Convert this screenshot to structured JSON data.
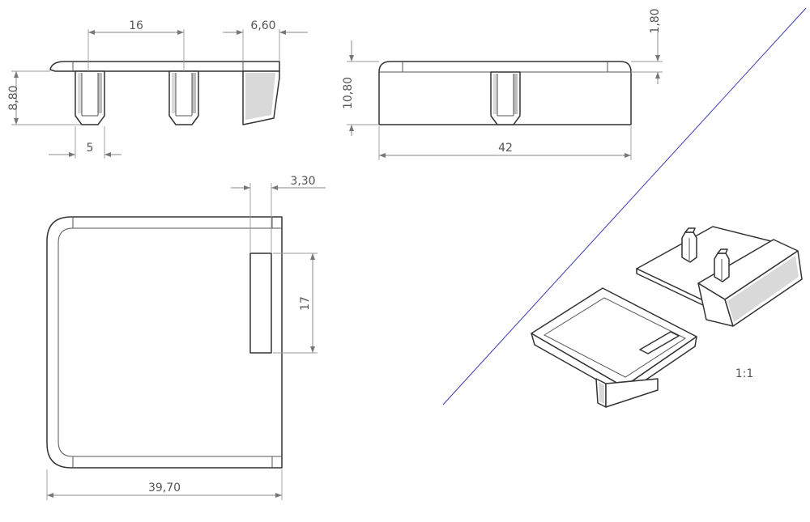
{
  "drawing": {
    "dimensions": {
      "top_spacing": "16",
      "top_pad_width": "6,60",
      "top_height": "8,80",
      "top_peg_width": "5",
      "side_lip": "1,80",
      "side_height": "10,80",
      "side_length": "42",
      "plan_slot_width": "3,30",
      "plan_slot_length": "17",
      "plan_width": "39,70"
    },
    "scale_label": "1:1",
    "colors": {
      "line": "#333333",
      "dimension": "#8a8a8a",
      "section_line": "#3b3bb5"
    }
  }
}
